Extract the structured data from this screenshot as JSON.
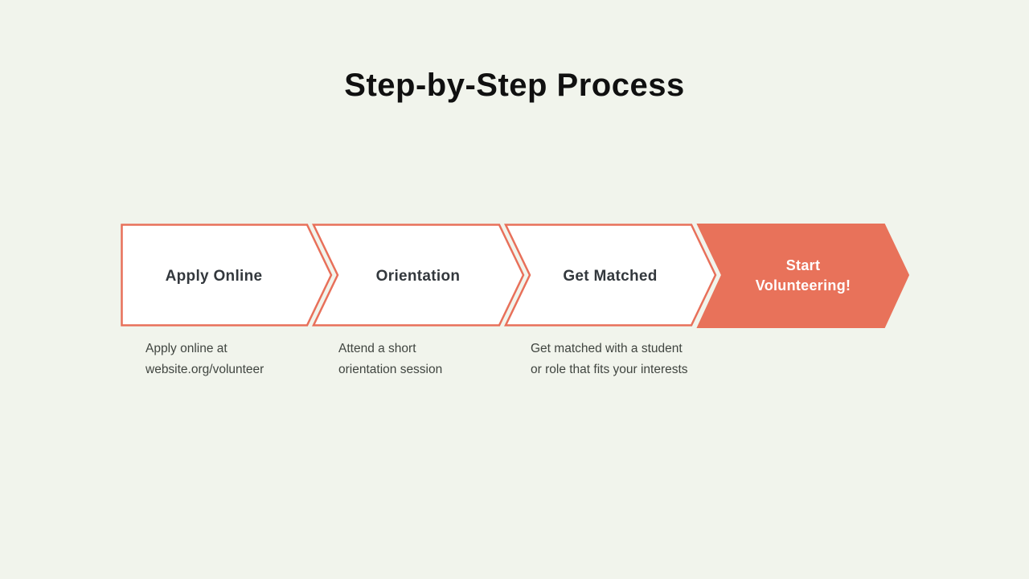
{
  "slide": {
    "title": "Step-by-Step Process",
    "background_color": "#f1f4ec",
    "accent_color": "#e8725a",
    "outline_color": "#e8705a",
    "title_color": "#101010",
    "label_color": "#33383d",
    "description_color": "#404540"
  },
  "steps": [
    {
      "label": "Apply Online",
      "description": "Apply online at website.org/volunteer",
      "style": "outlined"
    },
    {
      "label": "Orientation",
      "description": "Attend a short orientation session",
      "style": "outlined"
    },
    {
      "label": "Get Matched",
      "description": "Get matched with a student or role that fits your interests",
      "style": "outlined"
    },
    {
      "label": "Start Volunteering!",
      "description": "",
      "style": "filled"
    }
  ]
}
